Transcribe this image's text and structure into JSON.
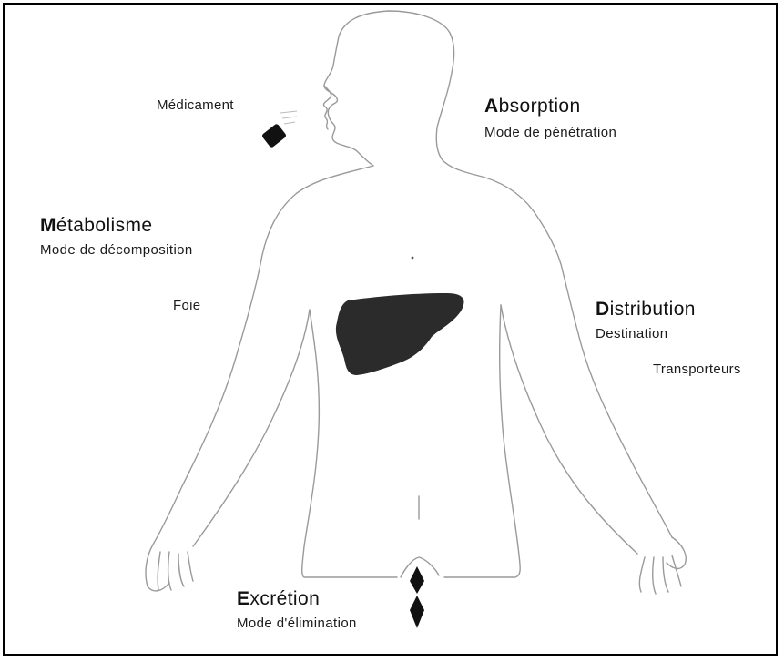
{
  "labels": {
    "medicament": "Médicament",
    "absorption_cap": "A",
    "absorption_rest": "bsorption",
    "absorption_sub": "Mode de pénétration",
    "metabolisme_cap": "M",
    "metabolisme_rest": "étabolisme",
    "metabolisme_sub": "Mode de décomposition",
    "foie": "Foie",
    "distribution_cap": "D",
    "distribution_rest": "istribution",
    "distribution_sub": "Destination",
    "transporteurs": "Transporteurs",
    "excretion_cap": "E",
    "excretion_rest": "xcrétion",
    "excretion_sub": "Mode d'élimination"
  },
  "colors": {
    "border": "#000000",
    "outline": "#9a9a9a",
    "liver": "#2b2b2b",
    "pill": "#111111"
  }
}
